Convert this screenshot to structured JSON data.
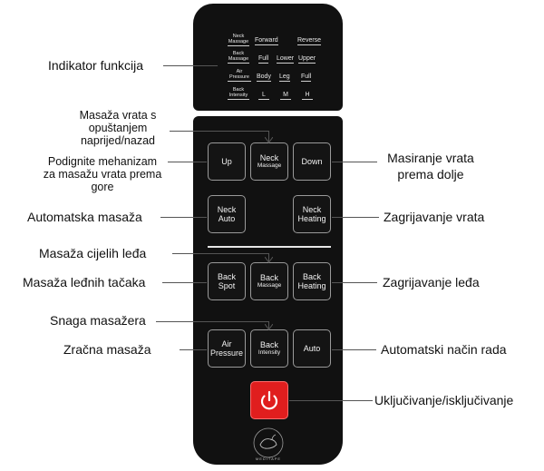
{
  "indicators": {
    "neck_massage": "Neck Massage",
    "forward": "Forward",
    "reverse": "Reverse",
    "back_massage": "Back Massage",
    "full1": "Full",
    "lower": "Lower",
    "upper": "Upper",
    "air_pressure": "Air Pressure",
    "body": "Body",
    "leg": "Leg",
    "full2": "Full",
    "back_intensity": "Back Intensity",
    "l": "L",
    "m": "M",
    "h": "H"
  },
  "buttons": {
    "up": "Up",
    "neck_massage_l1": "Neck",
    "neck_massage_l2": "Massage",
    "down": "Down",
    "neck_auto_l1": "Neck",
    "neck_auto_l2": "Auto",
    "neck_heating_l1": "Neck",
    "neck_heating_l2": "Heating",
    "back_spot_l1": "Back",
    "back_spot_l2": "Spot",
    "back_massage_l1": "Back",
    "back_massage_l2": "Massage",
    "back_heating_l1": "Back",
    "back_heating_l2": "Heating",
    "air_pressure_l1": "Air",
    "air_pressure_l2": "Pressure",
    "back_intensity_l1": "Back",
    "back_intensity_l2": "Intensity",
    "auto": "Auto"
  },
  "labels": {
    "indikator": "Indikator funkcija",
    "masaza_vrata_1": "Masaža vrata s",
    "masaza_vrata_2": "opuštanjem",
    "masaza_vrata_3": "naprijed/nazad",
    "podignite_1": "Podignite mehanizam",
    "podignite_2": "za masažu vrata prema",
    "podignite_3": "gore",
    "masiranje_1": "Masiranje vrata",
    "masiranje_2": "prema dolje",
    "automatska": "Automatska masaža",
    "zagrijavanje_vrata": "Zagrijavanje vrata",
    "cijelih_leda": "Masaža cijelih leđa",
    "lednih_tacaka": "Masaža leđnih tačaka",
    "zagrijavanje_leda": "Zagrijavanje leđa",
    "snaga": "Snaga masažera",
    "zracna": "Zračna masaža",
    "automatski_rad": "Automatski način rada",
    "ukljucivanje": "Uključivanje/isključivanje"
  },
  "logo_text": "MEDITAPE"
}
